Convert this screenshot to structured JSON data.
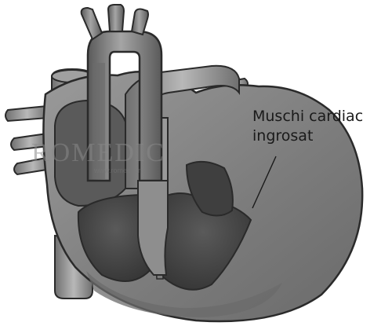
{
  "annotation": {
    "line1": "Muschi cardiac",
    "line2": "ingrosat"
  },
  "watermark": {
    "text": "ROMEDIC",
    "subtext": "www.romedic.ro"
  },
  "colors": {
    "outer_wall": "#7b7b7b",
    "outer_wall_light": "#9a9a9a",
    "chamber_dark": "#4a4a4a",
    "chamber_darker": "#2f2f2f",
    "vessel_mid": "#8c8c8c",
    "vessel_light": "#b5b5b5",
    "outline": "#2a2a2a"
  }
}
